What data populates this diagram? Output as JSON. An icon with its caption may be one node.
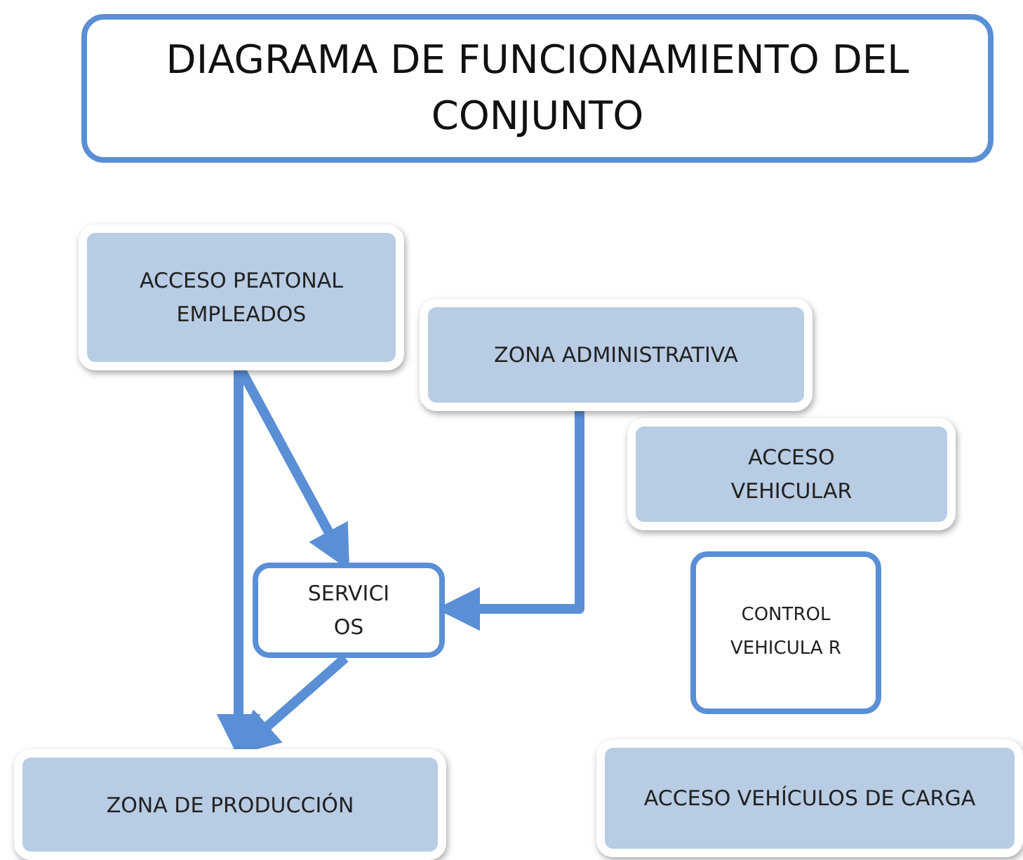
{
  "diagram": {
    "title": "DIAGRAMA DE FUNCIONAMIENTO DEL CONJUNTO",
    "nodes": [
      {
        "text": [
          "ACCESO PEATONAL EMPLEADOS"
        ]
      },
      {
        "text": [
          "ZONA ADMINISTRATIVA"
        ]
      },
      {
        "text": [
          "ACCESO VEHICULAR"
        ]
      },
      {
        "text": [
          "SERVICI OS"
        ]
      },
      {
        "text": [
          "CONTROL VEHICULA R"
        ]
      },
      {
        "text": [
          "ZONA DE PRODUCCIÓN"
        ]
      },
      {
        "text": [
          "ACCESO VEHÍCULOS DE CARGA"
        ]
      }
    ],
    "edges": [
      {
        "from": 0,
        "to": 5,
        "arrow": "to"
      },
      {
        "from": 0,
        "to": 3,
        "arrow": "to"
      },
      {
        "from": 1,
        "to": 3,
        "arrow": "to"
      },
      {
        "from": 3,
        "to": 5,
        "arrow": "to"
      }
    ]
  }
}
